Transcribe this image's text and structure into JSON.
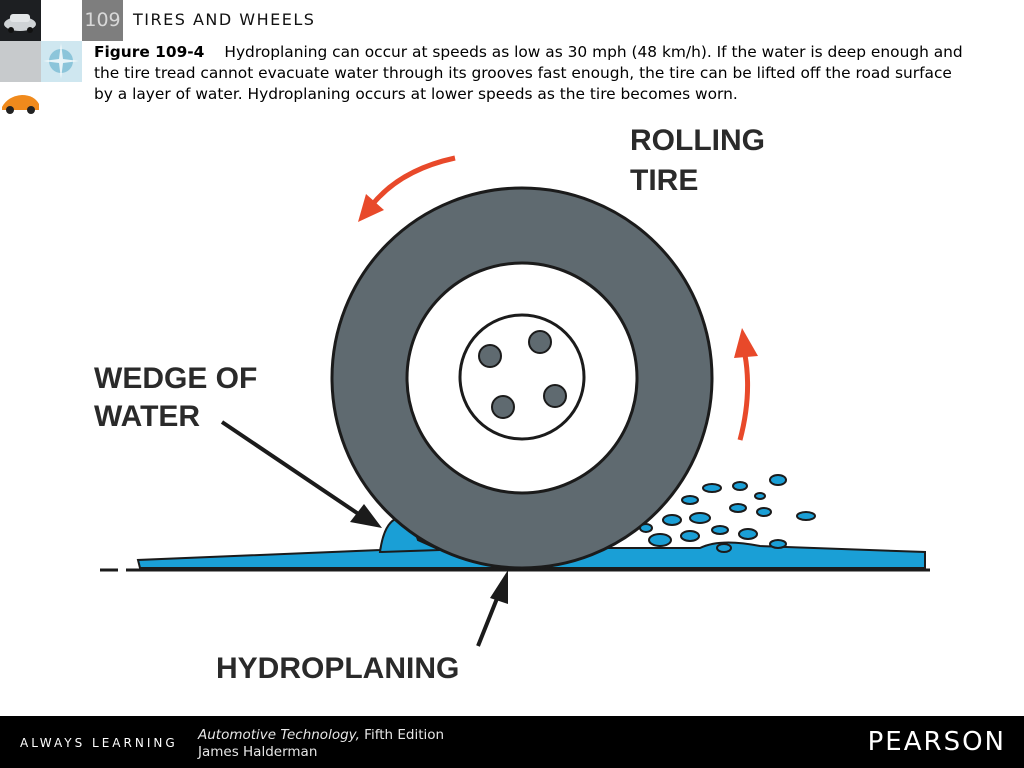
{
  "header": {
    "chapter_number": "109",
    "chapter_title": "TIRES AND WHEELS"
  },
  "caption": {
    "label": "Figure 109-4",
    "text": "Hydroplaning can occur at speeds as low as 30 mph (48 km/h). If the water is deep enough and the tire tread cannot evacuate water through its grooves fast enough, the tire can be lifted off the road surface by a layer of water. Hydroplaning occurs at lower speeds as the tire becomes worn."
  },
  "figure": {
    "label_rolling_line1": "ROLLING",
    "label_rolling_line2": "TIRE",
    "label_wedge_line1": "WEDGE OF",
    "label_wedge_line2": "WATER",
    "label_hydroplaning": "HYDROPLANING",
    "colors": {
      "tire": "#5f6a70",
      "water": "#1a9fd6",
      "arrow": "#e8492a",
      "outline": "#1b1b1b"
    }
  },
  "footer": {
    "tagline": "ALWAYS LEARNING",
    "book_title": "Automotive Technology,",
    "book_edition": " Fifth Edition",
    "author": "James Halderman",
    "publisher": "PEARSON"
  }
}
